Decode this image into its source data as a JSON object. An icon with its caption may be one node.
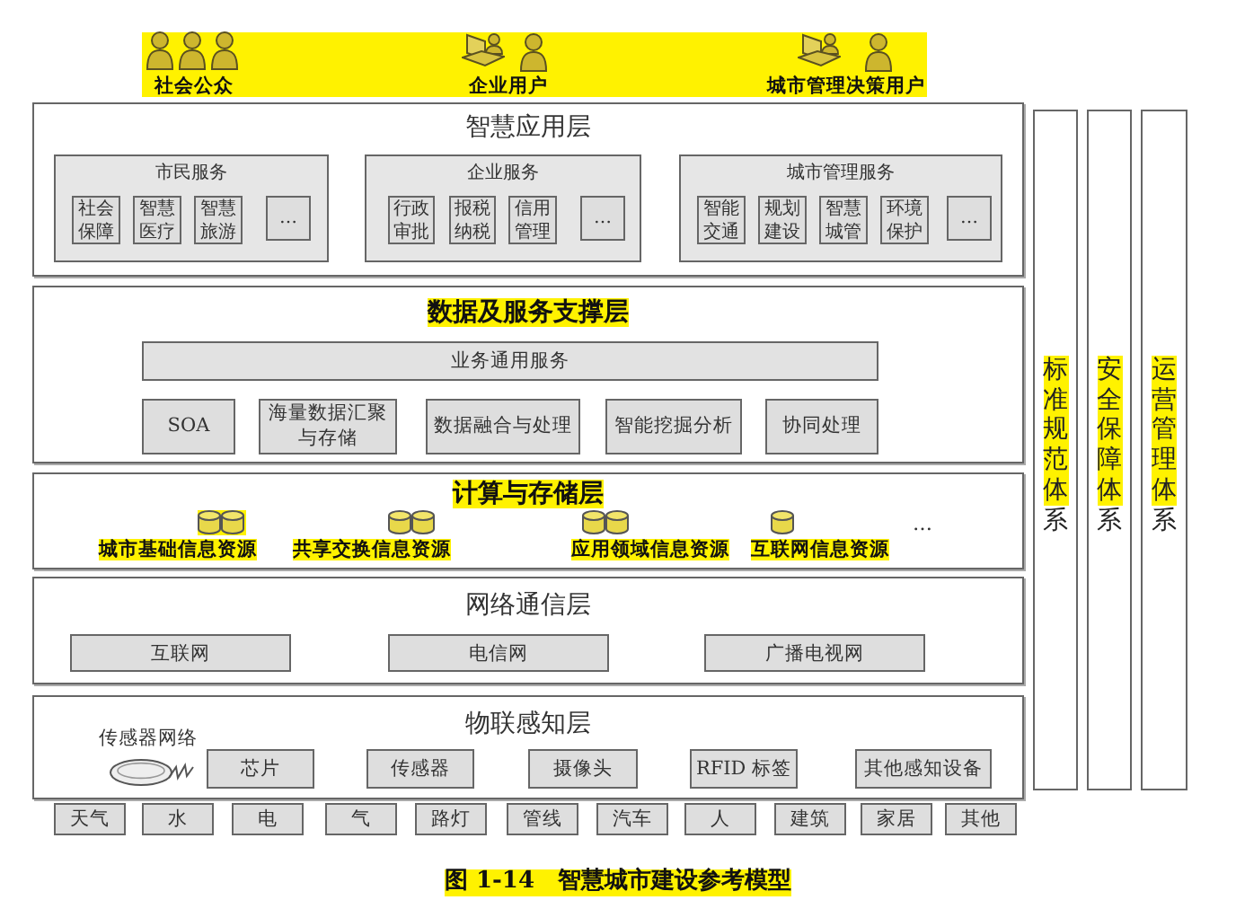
{
  "diagram": {
    "caption": "图 1-14　智慧城市建设参考模型",
    "nodes": [
      {
        "text": [
          "智慧应用层"
        ]
      },
      {
        "text": [
          "市民服务"
        ],
        "in": 0
      },
      {
        "text": [
          "社会保障"
        ],
        "in": 1
      },
      {
        "text": [
          "智慧医疗"
        ],
        "in": 1
      },
      {
        "text": [
          "智慧旅游"
        ],
        "in": 1
      },
      {
        "text": [
          "…"
        ],
        "in": 1
      },
      {
        "text": [
          "企业服务"
        ],
        "in": 0
      },
      {
        "text": [
          "行政审批"
        ],
        "in": 6
      },
      {
        "text": [
          "报税纳税"
        ],
        "in": 6
      },
      {
        "text": [
          "信用管理"
        ],
        "in": 6
      },
      {
        "text": [
          "…"
        ],
        "in": 6
      },
      {
        "text": [
          "城市管理服务"
        ],
        "in": 0
      },
      {
        "text": [
          "智能交通"
        ],
        "in": 11
      },
      {
        "text": [
          "规划建设"
        ],
        "in": 11
      },
      {
        "text": [
          "智慧城管"
        ],
        "in": 11
      },
      {
        "text": [
          "环境保护"
        ],
        "in": 11
      },
      {
        "text": [
          "…"
        ],
        "in": 11
      },
      {
        "text": [
          "数据及服务支撑层"
        ]
      },
      {
        "text": [
          "业务通用服务"
        ],
        "in": 17
      },
      {
        "text": [
          "SOA"
        ],
        "in": 17
      },
      {
        "text": [
          "海量数据汇聚与存储"
        ],
        "in": 17
      },
      {
        "text": [
          "数据融合与处理"
        ],
        "in": 17
      },
      {
        "text": [
          "智能挖掘分析"
        ],
        "in": 17
      },
      {
        "text": [
          "协同处理"
        ],
        "in": 17
      },
      {
        "text": [
          "计算与存储层"
        ]
      },
      {
        "text": [
          "网络通信层"
        ]
      },
      {
        "text": [
          "互联网"
        ],
        "in": 25
      },
      {
        "text": [
          "电信网"
        ],
        "in": 25
      },
      {
        "text": [
          "广播电视网"
        ],
        "in": 25
      },
      {
        "text": [
          "物联感知层"
        ]
      },
      {
        "text": [
          "芯片"
        ],
        "in": 29
      },
      {
        "text": [
          "传感器"
        ],
        "in": 29
      },
      {
        "text": [
          "摄像头"
        ],
        "in": 29
      },
      {
        "text": [
          "RFID 标签"
        ],
        "in": 29
      },
      {
        "text": [
          "其他感知设备"
        ],
        "in": 29
      },
      {
        "text": [
          "天气"
        ]
      },
      {
        "text": [
          "水"
        ]
      },
      {
        "text": [
          "电"
        ]
      },
      {
        "text": [
          "气"
        ]
      },
      {
        "text": [
          "路灯"
        ]
      },
      {
        "text": [
          "管线"
        ]
      },
      {
        "text": [
          "汽车"
        ]
      },
      {
        "text": [
          "人"
        ]
      },
      {
        "text": [
          "建筑"
        ]
      },
      {
        "text": [
          "家居"
        ]
      },
      {
        "text": [
          "其他"
        ]
      },
      {
        "text": [
          "标准规范体系"
        ]
      },
      {
        "text": [
          "安全保障体系"
        ]
      },
      {
        "text": [
          "运营管理体系"
        ]
      }
    ],
    "labels": [
      "社会公众",
      "企业用户",
      "城市管理决策用户",
      "城市基础信息资源",
      "共享交换信息资源",
      "应用领域信息资源",
      "互联网信息资源",
      "…",
      "传感器网络"
    ]
  }
}
